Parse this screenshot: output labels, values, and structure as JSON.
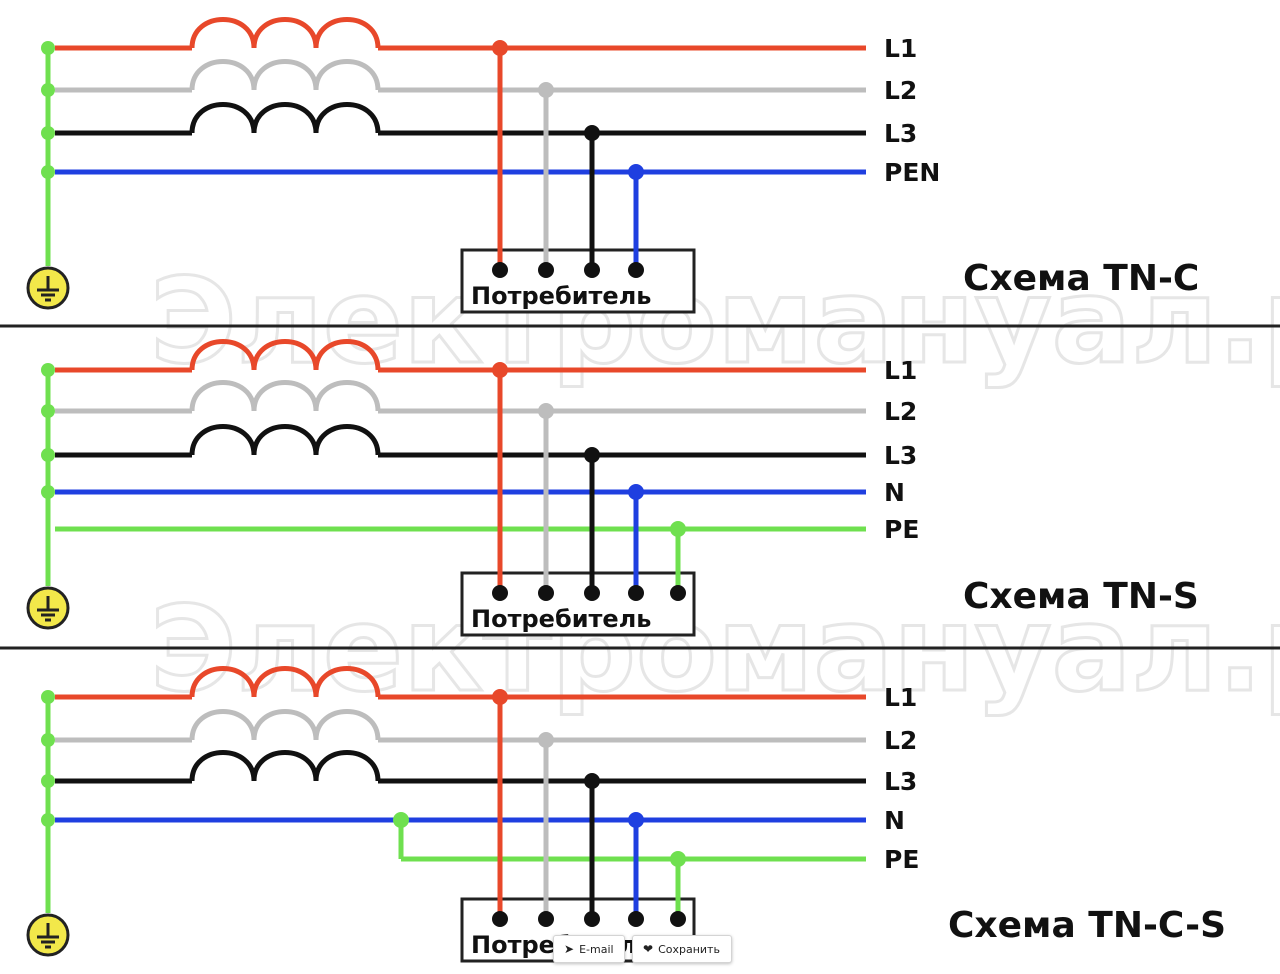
{
  "watermark": "Электромануал.ру",
  "colors": {
    "L1": "#e8482a",
    "L2": "#bdbdbd",
    "L3": "#111111",
    "N": "#1f3fe0",
    "PEN": "#1f3fe0",
    "PE": "#6fe04f",
    "ground": "#6fe04f",
    "ground_symbol_fill": "#f2e84a",
    "separator": "#222222"
  },
  "panels": [
    {
      "title": "Схема TN-C",
      "consumer_label": "Потребитель",
      "lines": [
        "L1",
        "L2",
        "L3",
        "PEN"
      ]
    },
    {
      "title": "Схема TN-S",
      "consumer_label": "Потребитель",
      "lines": [
        "L1",
        "L2",
        "L3",
        "N",
        "PE"
      ]
    },
    {
      "title": "Схема TN-C-S",
      "consumer_label": "Потребитель",
      "lines": [
        "L1",
        "L2",
        "L3",
        "N",
        "PE"
      ]
    }
  ],
  "overlay": {
    "email_label": "E-mail",
    "email_icon": "send-icon",
    "save_label": "Сохранить",
    "save_icon": "heart-icon"
  }
}
